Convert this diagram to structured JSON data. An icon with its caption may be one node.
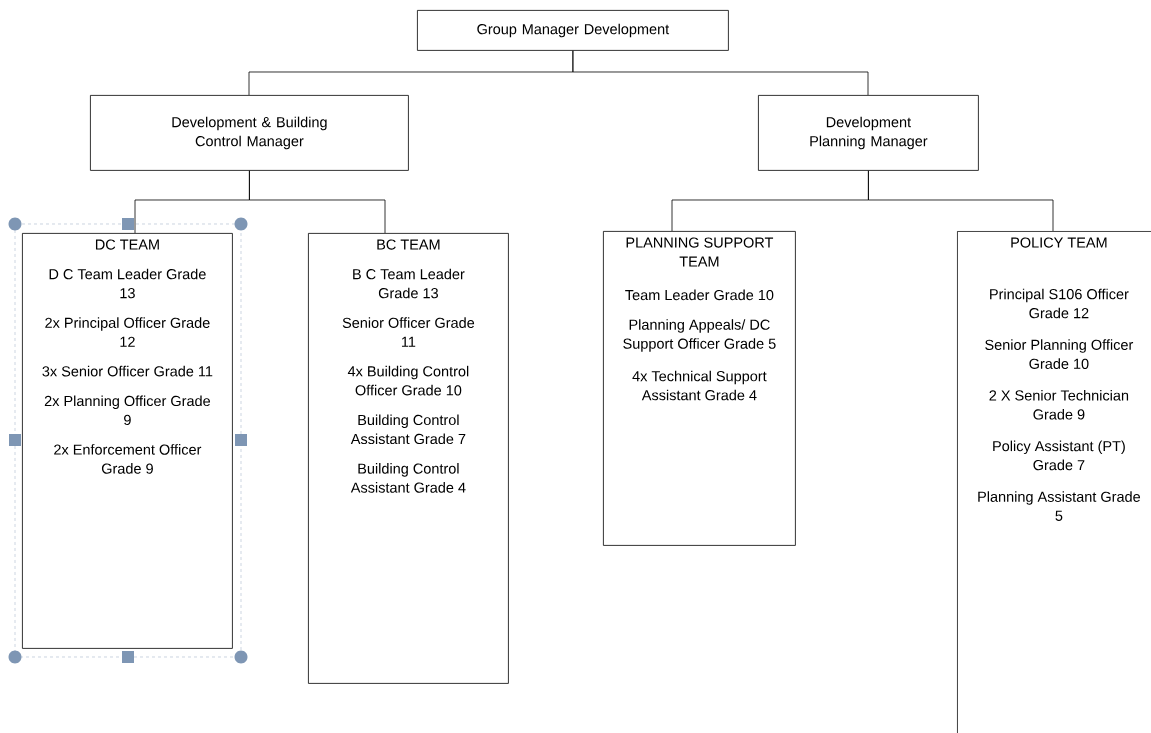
{
  "diagram": {
    "nodes": [
      {
        "text": [
          "Group Manager Development"
        ]
      },
      {
        "text": [
          "Development & Building Control Manager"
        ]
      },
      {
        "text": [
          "Development Planning Manager"
        ]
      },
      {
        "text": [
          "DC TEAM",
          "D C Team Leader Grade 13",
          "2x Principal Officer Grade 12",
          "3x Senior Officer Grade 11",
          "2x Planning Officer Grade 9",
          "2x Enforcement Officer Grade 9"
        ]
      },
      {
        "text": [
          "BC TEAM",
          "B C Team Leader Grade 13",
          "Senior Officer Grade 11",
          "4x Building Control Officer Grade 10",
          "Building Control Assistant Grade 7",
          "Building Control Assistant Grade 4"
        ]
      },
      {
        "text": [
          "PLANNING SUPPORT TEAM",
          "Team Leader Grade 10",
          "Planning Appeals/ DC Support Officer Grade 5",
          "4x Technical Support Assistant Grade 4"
        ]
      },
      {
        "text": [
          "POLICY TEAM",
          "Principal S106 Officer Grade 12",
          "Senior Planning Officer Grade 10",
          "2 X Senior Technician Grade 9",
          "Policy Assistant (PT) Grade 7",
          "Planning Assistant Grade 5"
        ]
      }
    ],
    "edges": [
      {
        "from": 0,
        "to": 1,
        "arrow": "none"
      },
      {
        "from": 0,
        "to": 2,
        "arrow": "none"
      },
      {
        "from": 1,
        "to": 3,
        "arrow": "none"
      },
      {
        "from": 1,
        "to": 4,
        "arrow": "none"
      },
      {
        "from": 2,
        "to": 5,
        "arrow": "none"
      },
      {
        "from": 2,
        "to": 6,
        "arrow": "none"
      }
    ]
  }
}
